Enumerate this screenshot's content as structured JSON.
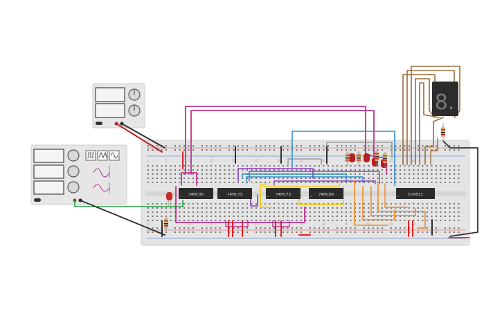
{
  "circuit": {
    "chips": [
      {
        "id": "u1",
        "label": "74HC00"
      },
      {
        "id": "u2",
        "label": "74HC73"
      },
      {
        "id": "u3",
        "label": "74HC73"
      },
      {
        "id": "u4",
        "label": "74HC08"
      },
      {
        "id": "u5",
        "label": "CD4511"
      }
    ],
    "display": {
      "digit": "8.",
      "type": "7-segment"
    },
    "breadboard": {
      "column_numbers": [
        "1",
        "5",
        "10",
        "15",
        "20",
        "25",
        "30",
        "35",
        "40",
        "45",
        "50",
        "55",
        "60"
      ]
    },
    "power_supply": {
      "outputs": 2
    },
    "function_generator": {
      "waveforms": [
        "square",
        "triangle",
        "sine"
      ]
    }
  },
  "colors": {
    "wire_magenta": "#c0308f",
    "wire_purple": "#8a3cc0",
    "wire_blue": "#2f8ec8",
    "wire_yellow": "#f0cc20",
    "wire_orange": "#f08a20",
    "wire_brown": "#9a6a3a",
    "wire_red": "#e02020",
    "wire_black": "#303030",
    "wire_green": "#20a040",
    "wire_gray": "#9a9a9a",
    "breadboard": "#e2e2e2",
    "chip": "#2a2a2a"
  }
}
